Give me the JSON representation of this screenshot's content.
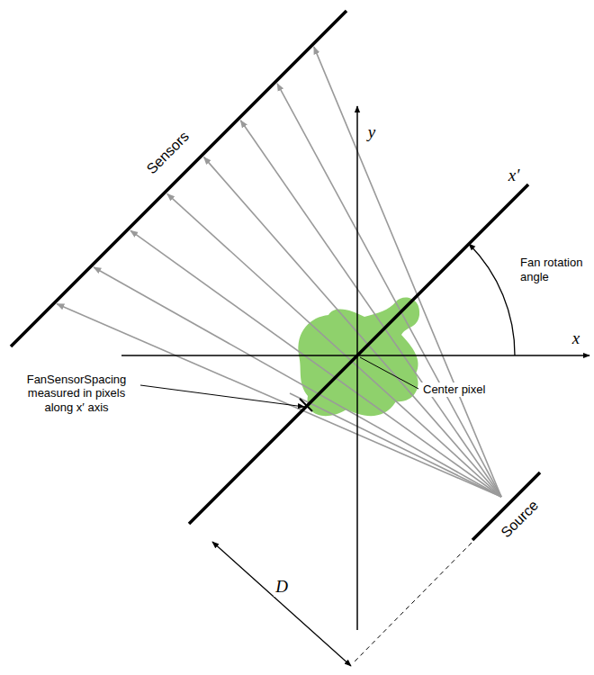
{
  "diagram": {
    "labels": [
      "Sensors",
      "y",
      "x′",
      "Fan rotation angle",
      "x",
      "FanSensorSpacing measured in pixels along x′ axis",
      "Center pixel",
      "Source",
      "D"
    ]
  }
}
